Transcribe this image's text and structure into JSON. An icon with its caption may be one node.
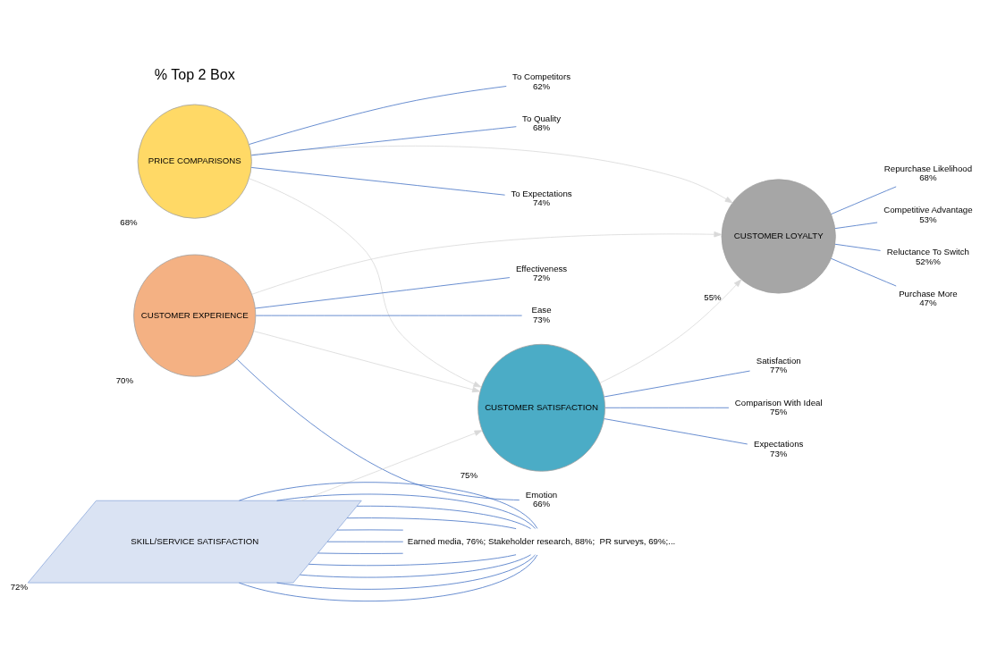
{
  "diagram": {
    "nodes": [
      {
        "text": [
          "PRICE COMPARISONS"
        ],
        "beside": [
          "68%"
        ]
      },
      {
        "text": [
          "CUSTOMER EXPERIENCE"
        ],
        "beside": [
          "70%"
        ]
      },
      {
        "text": [
          "CUSTOMER LOYALTY"
        ],
        "beside": [
          "55%"
        ]
      },
      {
        "text": [
          "SKILL/SERVICE SATISFACTION"
        ],
        "beside": [
          "72%"
        ]
      },
      {
        "text": [
          "CUSTOMER SATISFACTION"
        ],
        "beside": [
          "75%"
        ]
      },
      {
        "text": [
          "To Expectations",
          "74%"
        ]
      },
      {
        "text": [
          "To Competitors",
          "62%"
        ]
      },
      {
        "text": [
          "To Quality",
          "68%"
        ]
      },
      {
        "text": [
          "Effectiveness",
          "72%"
        ]
      },
      {
        "text": [
          "Ease",
          "73%"
        ]
      },
      {
        "text": [
          "Emotion",
          "66%"
        ]
      },
      {
        "text": [
          "Earned media, 76%; Stakeholder research, 88%;  PR surveys, 69%;..."
        ]
      },
      {
        "text": [
          "Satisfaction",
          "77%"
        ]
      },
      {
        "text": [
          "Comparison With Ideal",
          "75%"
        ]
      },
      {
        "text": [
          "Expectations",
          "73%"
        ]
      },
      {
        "text": [
          "Repurchase Likelihood",
          "68%"
        ]
      },
      {
        "text": [
          "Competitive Advantage",
          "53%"
        ]
      },
      {
        "text": [
          "Reluctance To Switch",
          "52%%"
        ]
      },
      {
        "text": [
          "Purchase More",
          "47%"
        ]
      }
    ],
    "edges": [
      {
        "from": 0,
        "to": 2,
        "arrow": "to",
        "color": "#d9d9d9"
      },
      {
        "from": 0,
        "to": 4,
        "arrow": "to",
        "color": "#d9d9d9"
      },
      {
        "from": 1,
        "to": 2,
        "arrow": "to",
        "color": "#d9d9d9"
      },
      {
        "from": 1,
        "to": 4,
        "arrow": "to",
        "color": "#d9d9d9"
      },
      {
        "from": 3,
        "to": 4,
        "arrow": "to",
        "color": "#d9d9d9"
      },
      {
        "from": 4,
        "to": 2,
        "arrow": "to",
        "color": "#d9d9d9"
      },
      {
        "from": 0,
        "to": 5,
        "arrow": "none"
      },
      {
        "from": 0,
        "to": 6,
        "arrow": "none"
      },
      {
        "from": 0,
        "to": 7,
        "arrow": "none"
      },
      {
        "from": 1,
        "to": 8,
        "arrow": "none"
      },
      {
        "from": 1,
        "to": 9,
        "arrow": "none"
      },
      {
        "from": 1,
        "to": 10,
        "arrow": "none"
      },
      {
        "from": 3,
        "to": 11,
        "arrow": "none"
      },
      {
        "from": 3,
        "to": 11,
        "arrow": "none"
      },
      {
        "from": 3,
        "to": 11,
        "arrow": "none"
      },
      {
        "from": 3,
        "to": 11,
        "arrow": "none"
      },
      {
        "from": 3,
        "to": 11,
        "arrow": "none"
      },
      {
        "from": 3,
        "to": 11,
        "arrow": "none"
      },
      {
        "from": 3,
        "to": 11,
        "arrow": "none"
      },
      {
        "from": 3,
        "to": 11,
        "arrow": "none"
      },
      {
        "from": 3,
        "to": 11,
        "arrow": "none"
      },
      {
        "from": 3,
        "to": 11,
        "arrow": "none"
      },
      {
        "from": 3,
        "to": 11,
        "arrow": "none"
      },
      {
        "from": 4,
        "to": 12,
        "arrow": "none"
      },
      {
        "from": 4,
        "to": 13,
        "arrow": "none"
      },
      {
        "from": 4,
        "to": 14,
        "arrow": "none"
      },
      {
        "from": 2,
        "to": 15,
        "arrow": "none"
      },
      {
        "from": 2,
        "to": 16,
        "arrow": "none"
      },
      {
        "from": 2,
        "to": 17,
        "arrow": "none"
      },
      {
        "from": 2,
        "to": 18,
        "arrow": "none"
      }
    ],
    "labels": [
      "% Top 2 Box"
    ]
  }
}
